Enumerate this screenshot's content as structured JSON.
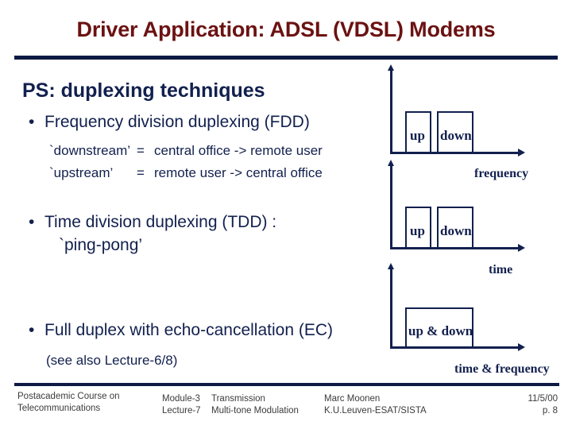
{
  "slide": {
    "title": "Driver Application: ADSL (VDSL) Modems",
    "heading": "PS: duplexing techniques"
  },
  "bullets": [
    {
      "marker": "•",
      "text": "Frequency division duplexing (FDD)",
      "sub": [
        {
          "label": "`downstream’",
          "eq": "=",
          "value": "central office -> remote user"
        },
        {
          "label": "`upstream’",
          "eq": "=",
          "value": "remote user  -> central office"
        }
      ]
    },
    {
      "marker": "•",
      "text": "Time division duplexing (TDD) :",
      "continuation": "`ping-pong’"
    },
    {
      "marker": "•",
      "text": "Full duplex with echo-cancellation (EC)",
      "note": "(see also Lecture-6/8)"
    }
  ],
  "diagrams": [
    {
      "name": "fdd-diagram",
      "boxes": [
        {
          "label": "up"
        },
        {
          "label": "down"
        }
      ],
      "axis_label": "frequency"
    },
    {
      "name": "tdd-diagram",
      "boxes": [
        {
          "label": "up"
        },
        {
          "label": "down"
        }
      ],
      "axis_label": "time"
    },
    {
      "name": "ec-diagram",
      "boxes": [
        {
          "label": "up & down"
        }
      ],
      "axis_label": "time & frequency"
    }
  ],
  "footer": {
    "course_line1": "Postacademic Course on",
    "course_line2": "Telecommunications",
    "module_label": "Module-3",
    "module_value": "Transmission",
    "lecture_label": "Lecture-7",
    "lecture_value": "Multi-tone Modulation",
    "author": "Marc Moonen",
    "affiliation": "K.U.Leuven-ESAT/SISTA",
    "date": "11/5/00",
    "page": "p. 8"
  },
  "colors": {
    "title": "#6b1212",
    "body": "#12204e",
    "rule": "#0e1a44",
    "footer_text": "#3b3b3b"
  }
}
